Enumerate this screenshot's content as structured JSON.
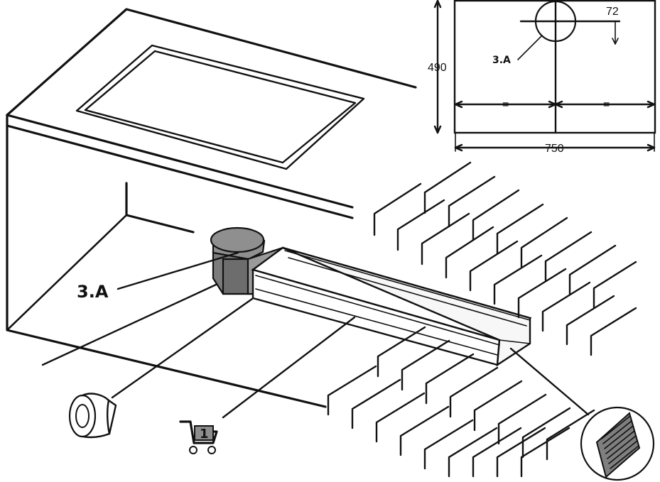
{
  "installation": {
    "callout_large": "3.A",
    "callout_small": "3.A",
    "cart_quantity": "1"
  },
  "dimensions": {
    "offset": "72",
    "height": "490",
    "width": "750",
    "equal_left": "=",
    "equal_right": "="
  },
  "icons": {
    "tape": "tape-roll-icon",
    "cart": "shopping-cart-icon",
    "grille": "ventilation-grille-icon"
  }
}
